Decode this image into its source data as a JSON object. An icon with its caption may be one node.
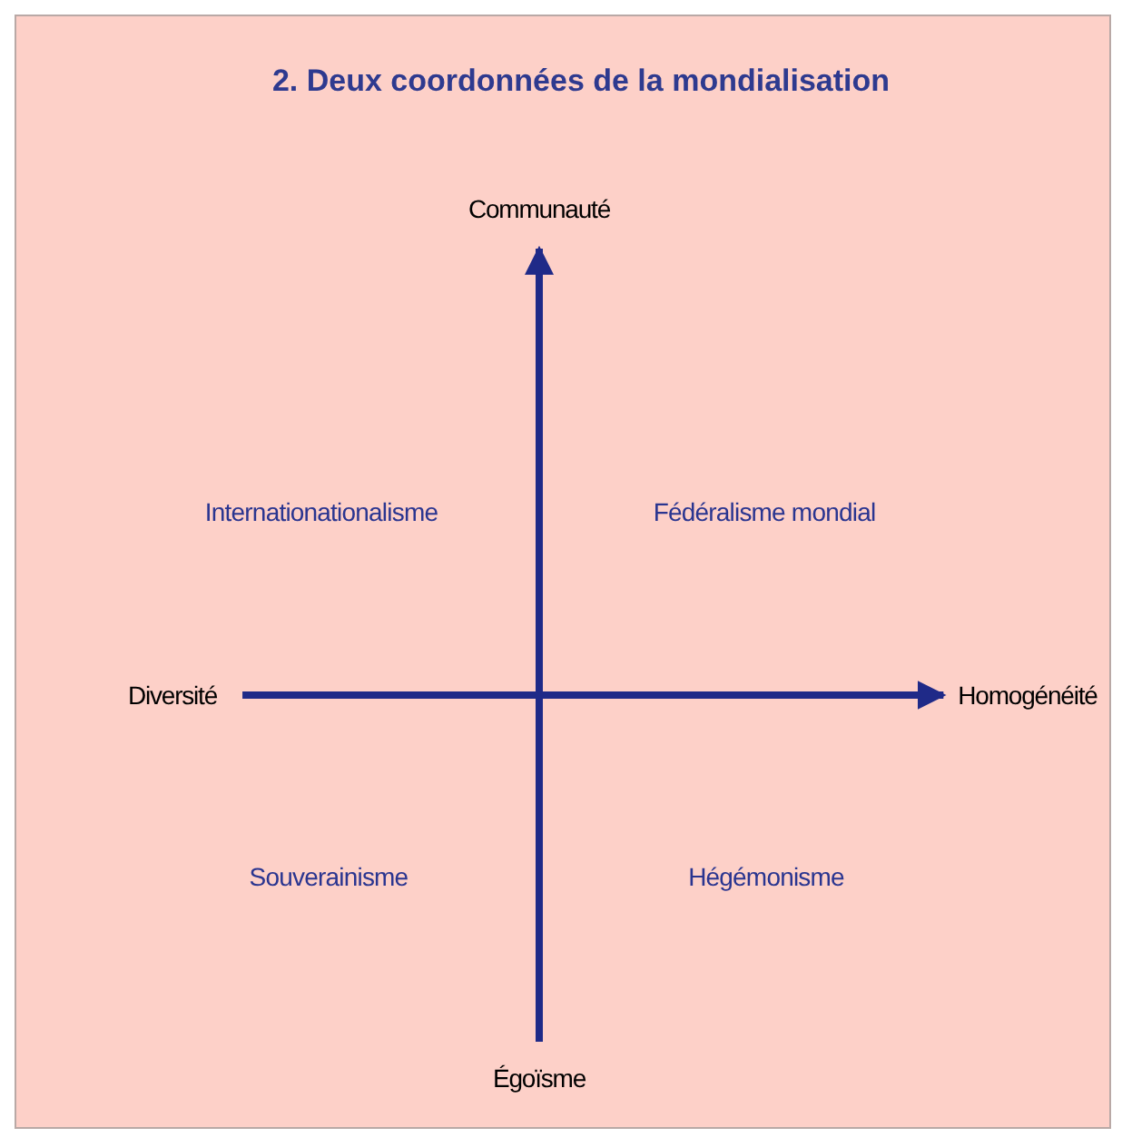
{
  "diagram": {
    "title": "2. Deux coordonnées de la mondialisation",
    "nodes": [
      {
        "text": [
          "Communauté"
        ]
      },
      {
        "text": [
          "Diversité"
        ]
      },
      {
        "text": [
          "Homogénéité"
        ]
      },
      {
        "text": [
          "Égoïsme"
        ]
      }
    ],
    "edges": [
      {
        "from": 1,
        "to": 2,
        "arrow": "to"
      },
      {
        "from": 3,
        "to": 0,
        "arrow": "to"
      }
    ],
    "labels": [
      "Internationationalisme",
      "Fédéralisme mondial",
      "Souverainisme",
      "Hégémonisme"
    ]
  }
}
